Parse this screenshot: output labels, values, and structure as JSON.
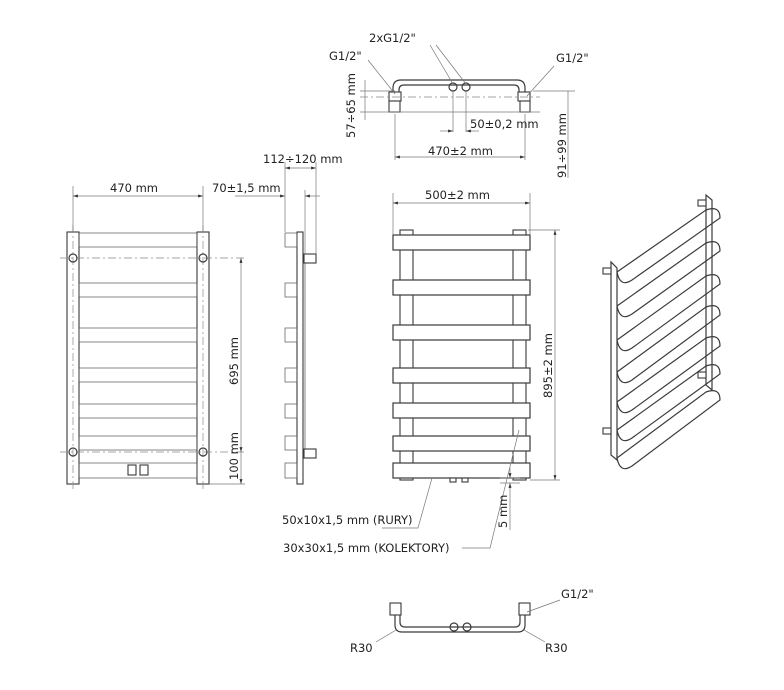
{
  "top_view": {
    "g_left": "G1/2\"",
    "g_center": "2xG1/2\"",
    "g_right": "G1/2\"",
    "depth_range": "57÷65 mm",
    "spacing": "50±0,2 mm",
    "width": "470±2 mm",
    "height_range": "91÷99 mm"
  },
  "front_view": {
    "width": "470 mm",
    "axis_height": "695 mm",
    "bottom_offset": "100 mm"
  },
  "side_view": {
    "total_depth": "112÷120 mm",
    "wall_distance": "70±1,5 mm"
  },
  "back_view": {
    "width": "500±2 mm",
    "height": "895±2 mm",
    "gap": "5 mm",
    "tubes": "50x10x1,5 mm (RURY)",
    "collectors": "30x30x1,5 mm (KOLEKTORY)"
  },
  "bottom_view": {
    "g_right": "G1/2\"",
    "radius_left": "R30",
    "radius_right": "R30"
  },
  "colors": {
    "line": "#3a3a3a",
    "dimension": "#777777"
  }
}
